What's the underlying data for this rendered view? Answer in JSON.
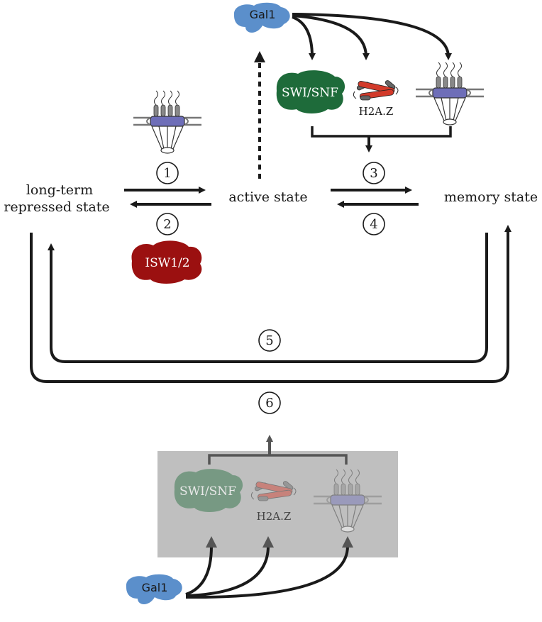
{
  "states": {
    "repressed_line1": "long-term",
    "repressed_line2": "repressed state",
    "active": "active state",
    "memory": "memory state"
  },
  "steps": [
    "1",
    "2",
    "3",
    "4",
    "5",
    "6"
  ],
  "factors": {
    "gal1_top": "Gal1",
    "gal1_bottom": "Gal1",
    "swi_snf_top": "SWI/SNF",
    "swi_snf_bottom": "SWI/SNF",
    "h2az_top": "H2A.Z",
    "h2az_bottom": "H2A.Z",
    "isw": "ISW1/2"
  },
  "colors": {
    "gal1": "#5b8fcb",
    "swi_snf": "#1e6b3a",
    "isw": "#9b1010",
    "h2az_red": "#d23a2a",
    "histone_gray": "#6e6e6e",
    "nucleosome_purple": "#6e6eb8",
    "box_bg": "#bfbfbf",
    "arrow": "#1a1a1a"
  }
}
